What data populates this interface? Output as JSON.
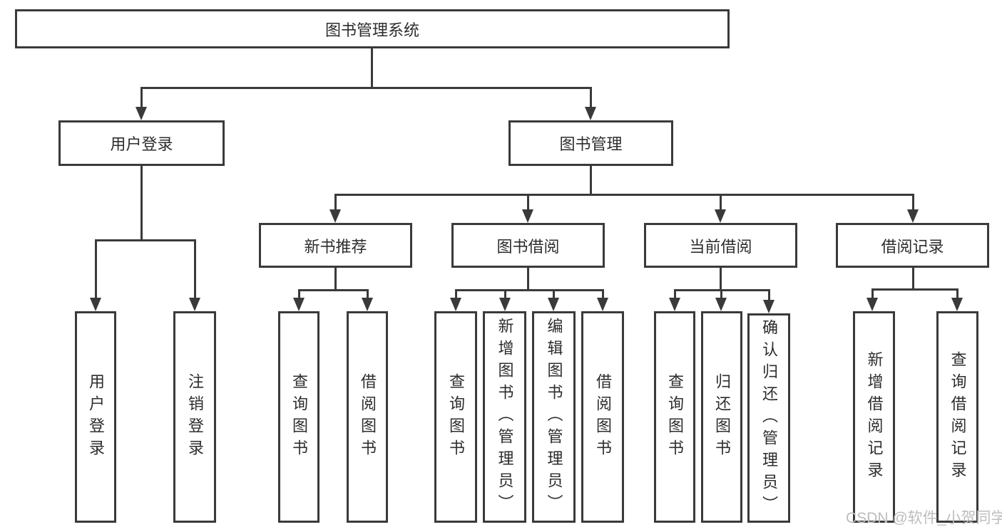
{
  "diagram": {
    "type": "hierarchy-tree",
    "colors": {
      "line": "#3a3a3a",
      "box_border": "#3a3a3a",
      "box_fill": "#ffffff",
      "text": "#2d2d2d",
      "background": "#ffffff",
      "watermark_text_color": "#bdbdbd"
    },
    "watermark": "CSDN @软件_小贺同学",
    "tree": {
      "label": "图书管理系统",
      "children": [
        {
          "label": "用户登录",
          "children": [
            {
              "label": "用户登录"
            },
            {
              "label": "注销登录"
            }
          ]
        },
        {
          "label": "图书管理",
          "children": [
            {
              "label": "新书推荐",
              "children": [
                {
                  "label": "查询图书"
                },
                {
                  "label": "借阅图书"
                }
              ]
            },
            {
              "label": "图书借阅",
              "children": [
                {
                  "label": "查询图书"
                },
                {
                  "label": "新增图书（管理员）"
                },
                {
                  "label": "编辑图书（管理员）"
                },
                {
                  "label": "借阅图书"
                }
              ]
            },
            {
              "label": "当前借阅",
              "children": [
                {
                  "label": "查询图书"
                },
                {
                  "label": "归还图书"
                },
                {
                  "label": "确认归还（管理员）"
                }
              ]
            },
            {
              "label": "借阅记录",
              "children": [
                {
                  "label": "新增借阅记录"
                },
                {
                  "label": "查询借阅记录"
                }
              ]
            }
          ]
        }
      ]
    }
  }
}
